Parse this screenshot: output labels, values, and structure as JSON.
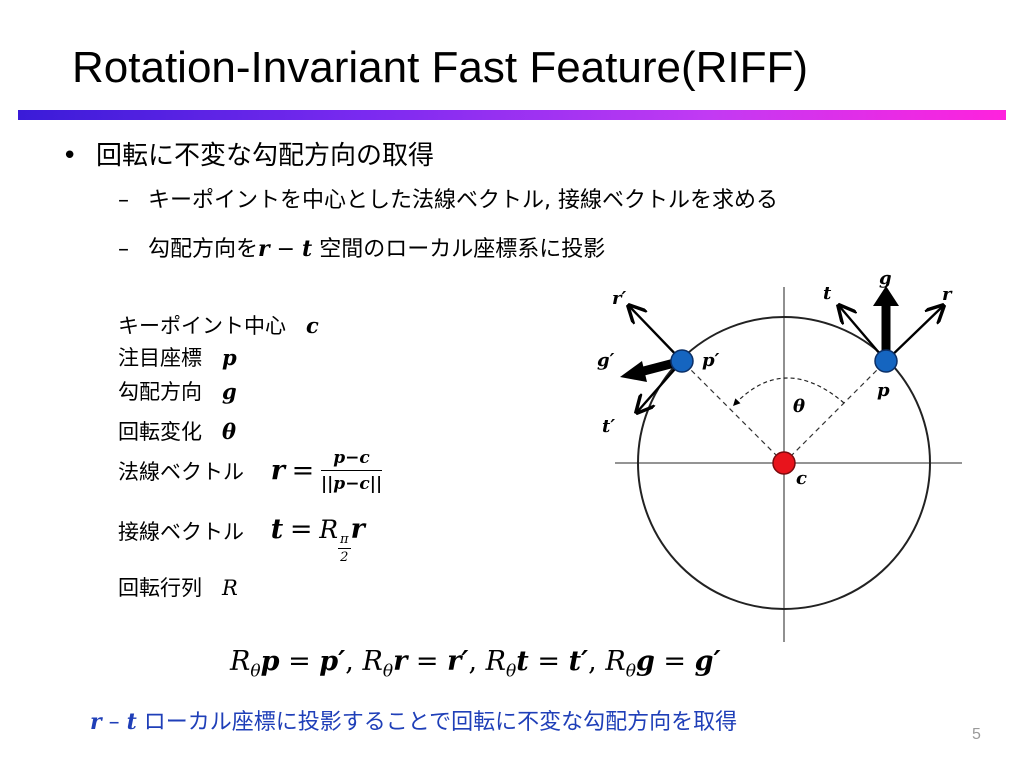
{
  "title": "Rotation-Invariant Fast Feature(RIFF)",
  "bullet": {
    "marker": "•",
    "text": "回転に不変な勾配方向の取得"
  },
  "subbullets": [
    {
      "marker": "–",
      "text": "キーポイントを中心とした法線ベクトル, 接線ベクトルを求める"
    },
    {
      "marker": "–",
      "pre": "勾配方向を",
      "r": "r",
      "minus": "−",
      "t": "t",
      "post": "空間のローカル座標系に投影"
    }
  ],
  "definitions": {
    "center": {
      "label": "キーポイント中心",
      "symbol": "c"
    },
    "point": {
      "label": "注目座標",
      "symbol": "p"
    },
    "gradient": {
      "label": "勾配方向",
      "symbol": "g"
    },
    "rotation": {
      "label": "回転変化",
      "symbol": "θ"
    },
    "normal": {
      "label": "法線ベクトル",
      "lhs": "r",
      "eq": "=",
      "num": "p−c",
      "den": "||p−c||"
    },
    "tangent": {
      "label": "接線ベクトル",
      "lhs": "t",
      "eq": "=",
      "R": "R",
      "sub_num": "π",
      "sub_den": "2",
      "rhs": "r"
    },
    "matrix": {
      "label": "回転行列",
      "symbol": "R"
    }
  },
  "formula": {
    "R": "R",
    "sub": "θ",
    "items": [
      {
        "lhs": "p",
        "rhs": "p′"
      },
      {
        "lhs": "r",
        "rhs": "r′"
      },
      {
        "lhs": "t",
        "rhs": "t′"
      },
      {
        "lhs": "g",
        "rhs": "g′"
      }
    ],
    "eq": "=",
    "sep": ","
  },
  "summary": {
    "r": "r",
    "dash": "–",
    "t": "t",
    "text": "ローカル座標に投影することで回転に不変な勾配方向を取得"
  },
  "page_number": "5",
  "diagram": {
    "labels": {
      "r_prime": "r′",
      "t_label": "t",
      "g_label": "g",
      "r_label": "r",
      "g_prime": "g′",
      "p_prime": "p′",
      "theta": "θ",
      "p_label": "p",
      "t_prime": "t′",
      "c_label": "c"
    },
    "colors": {
      "center_point": "#e8141c",
      "keypoints": "#1565c0",
      "rule_start": "#3a1bd8",
      "rule_end": "#ff22dd"
    }
  }
}
